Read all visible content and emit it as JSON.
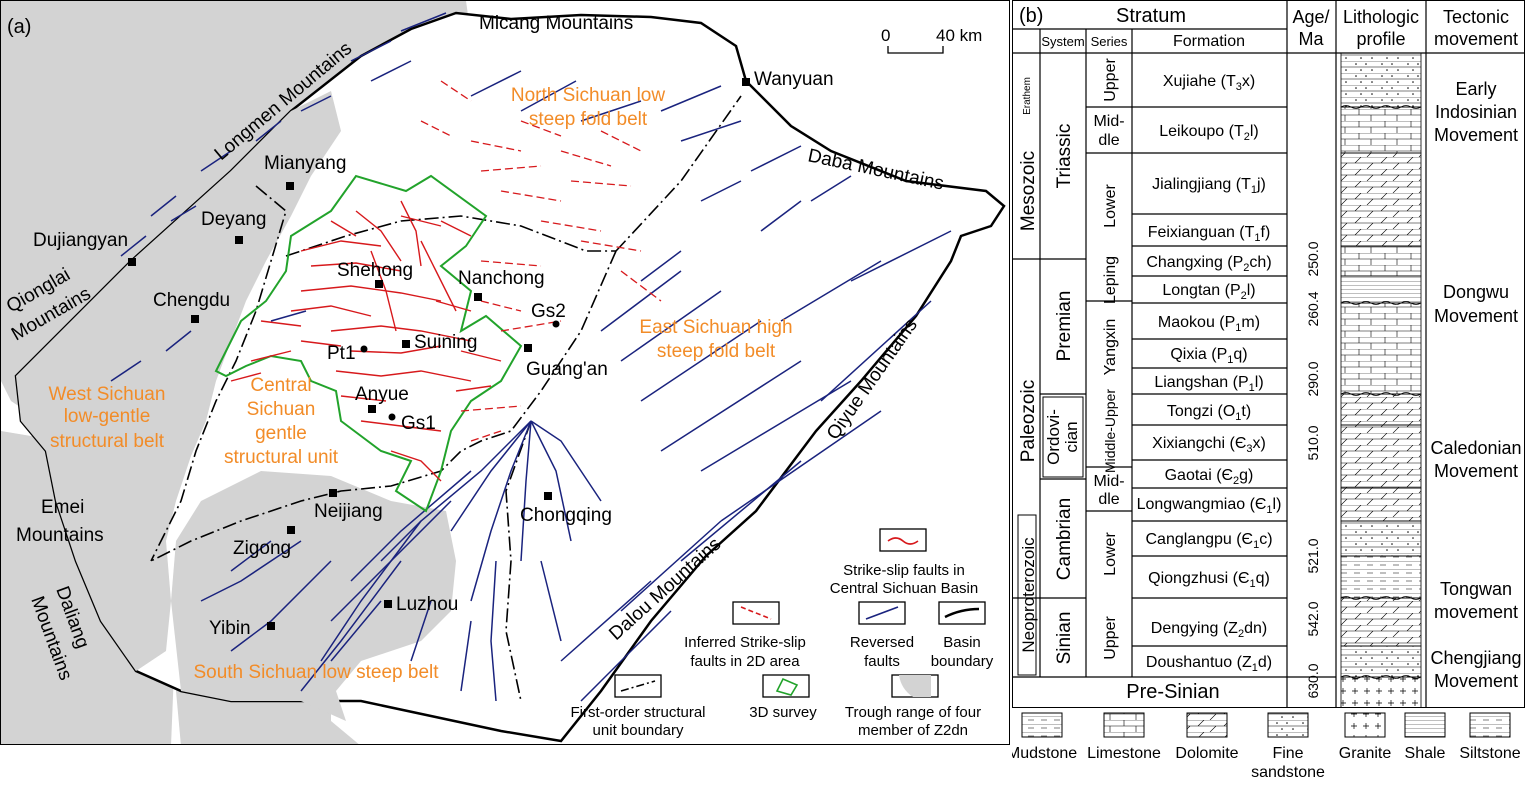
{
  "panel_a": {
    "label": "(a)",
    "scale_bar": {
      "zero": "0",
      "value": "40 km"
    },
    "mountains": {
      "micang": "Micang Mountains",
      "longmen": "Longmen Mountains",
      "daba": "Daba Mountains",
      "qionglai_1": "Qionglai",
      "qionglai_2": "Mountains",
      "emei_1": "Emei",
      "emei_2": "Mountains",
      "daliang_1": "Daliang",
      "daliang_2": "Mountains",
      "qiyue": "Qiyue Mountains",
      "dalou": "Dalou Mountains"
    },
    "cities": {
      "wanyuan": "Wanyuan",
      "mianyang": "Mianyang",
      "deyang": "Deyang",
      "dujiangyan": "Dujiangyan",
      "chengdu": "Chengdu",
      "shehong": "Shehong",
      "nanchong": "Nanchong",
      "suining": "Suining",
      "guangan": "Guang'an",
      "anyue": "Anyue",
      "neijiang": "Neijiang",
      "zigong": "Zigong",
      "chongqing": "Chongqing",
      "luzhou": "Luzhou",
      "yibin": "Yibin"
    },
    "wells": {
      "gs2": "Gs2",
      "pt1": "Pt1",
      "gs1": "Gs1"
    },
    "units": {
      "north_1": "North Sichuan low",
      "north_2": "steep fold belt",
      "east_1": "East Sichuan high",
      "east_2": "steep fold belt",
      "west_1": "West Sichuan",
      "west_2": "low-gentle",
      "west_3": "structural belt",
      "central_1": "Central",
      "central_2": "Sichuan",
      "central_3": "gentle",
      "central_4": "structural unit",
      "south": "South Sichuan low steep belt"
    },
    "legend": {
      "strike_1": "Strike-slip faults in",
      "strike_2": "Central Sichuan Basin",
      "inferred_1": "Inferred Strike-slip",
      "inferred_2": "faults in 2D area",
      "reversed_1": "Reversed",
      "reversed_2": "faults",
      "basin_1": "Basin",
      "basin_2": "boundary",
      "first_1": "First-order structural",
      "first_2": "unit boundary",
      "survey": "3D survey",
      "trough_1": "Trough range of four",
      "trough_2": "member of Z2dn"
    },
    "colors": {
      "fault_red": "#d7191c",
      "fault_blue": "#1a237e",
      "survey_green": "#22a32b",
      "unit_orange": "#f28c28",
      "trough_gray": "#d3d3d3"
    }
  },
  "panel_b": {
    "label": "(b)",
    "headers": {
      "stratum": "Stratum",
      "erathem": "Erathem",
      "system": "System",
      "series": "Series",
      "formation": "Formation",
      "age_1": "Age/",
      "age_2": "Ma",
      "litho_1": "Lithologic",
      "litho_2": "profile",
      "tect_1": "Tectonic",
      "tect_2": "movement"
    },
    "erathems": {
      "mesozoic": "Mesozoic",
      "paleozoic": "Paleozoic",
      "neoproterozoic": "Neoproterozoic"
    },
    "systems": {
      "triassic": "Triassic",
      "premian": "Premian",
      "ordovician_1": "Ordovi-",
      "ordovician_2": "cian",
      "cambrian": "Cambrian",
      "sinian": "Sinian"
    },
    "series": {
      "tr_upper": "Upper",
      "tr_middle_1": "Mid-",
      "tr_middle_2": "dle",
      "tr_lower": "Lower",
      "leping": "Leping",
      "yangxin": "Yangxin",
      "ord_middle_upper": "Middle-Upper",
      "cam_middle_1": "Mid-",
      "cam_middle_2": "dle",
      "cam_lower": "Lower",
      "sin_upper": "Upper"
    },
    "formations": [
      {
        "name": "Xujiahe (",
        "sym": "T",
        "sub": "3",
        "suf": "x)"
      },
      {
        "name": "Leikoupo (",
        "sym": "T",
        "sub": "2",
        "suf": "l)"
      },
      {
        "name": "Jialingjiang (",
        "sym": "T",
        "sub": "1",
        "suf": "j)"
      },
      {
        "name": "Feixianguan (",
        "sym": "T",
        "sub": "1",
        "suf": "f)"
      },
      {
        "name": "Changxing (",
        "sym": "P",
        "sub": "2",
        "suf": "ch)"
      },
      {
        "name": "Longtan (",
        "sym": "P",
        "sub": "2",
        "suf": "l)"
      },
      {
        "name": "Maokou (",
        "sym": "P",
        "sub": "1",
        "suf": "m)"
      },
      {
        "name": "Qixia (",
        "sym": "P",
        "sub": "1",
        "suf": "q)"
      },
      {
        "name": "Liangshan (",
        "sym": "P",
        "sub": "1",
        "suf": "l)"
      },
      {
        "name": "Tongzi (",
        "sym": "O",
        "sub": "1",
        "suf": "t)"
      },
      {
        "name": "Xixiangchi (",
        "sym": "Є",
        "sub": "3",
        "suf": "x)"
      },
      {
        "name": "Gaotai (",
        "sym": "Є",
        "sub": "2",
        "suf": "g)"
      },
      {
        "name": "Longwangmiao (",
        "sym": "Є",
        "sub": "1",
        "suf": "l)"
      },
      {
        "name": "Canglangpu (",
        "sym": "Є",
        "sub": "1",
        "suf": "c)"
      },
      {
        "name": "Qiongzhusi (",
        "sym": "Є",
        "sub": "1",
        "suf": "q)"
      },
      {
        "name": "Dengying (",
        "sym": "Z",
        "sub": "2",
        "suf": "dn)"
      },
      {
        "name": "Doushantuo (",
        "sym": "Z",
        "sub": "1",
        "suf": "d)"
      }
    ],
    "pre_sinian": "Pre-Sinian",
    "ages": [
      "250.0",
      "260.4",
      "290.0",
      "510.0",
      "521.0",
      "542.0",
      "630.0"
    ],
    "tectonics": {
      "indo_1": "Early",
      "indo_2": "Indosinian",
      "indo_3": "Movement",
      "dongwu_1": "Dongwu",
      "dongwu_2": "Movement",
      "cal_1": "Caledonian",
      "cal_2": "Movement",
      "tong_1": "Tongwan",
      "tong_2": "movement",
      "cheng_1": "Chengjiang",
      "cheng_2": "Movement"
    },
    "lithology_legend": {
      "mudstone": "Mudstone",
      "limestone": "Limestone",
      "dolomite": "Dolomite",
      "fine_1": "Fine",
      "fine_2": "sandstone",
      "granite": "Granite",
      "shale": "Shale",
      "siltstone": "Siltstone"
    }
  }
}
